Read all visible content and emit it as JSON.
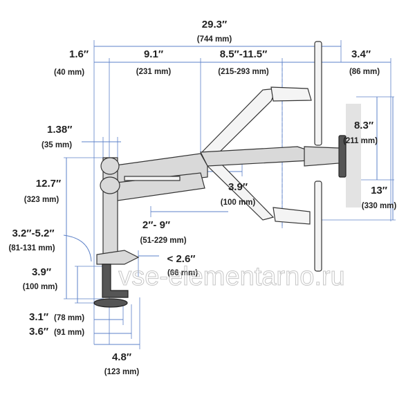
{
  "labels": {
    "overall_width": "29.3″",
    "overall_width_mm": "(744 mm)",
    "pole_offset": "1.6″",
    "pole_offset_mm": "(40 mm)",
    "arm_lower": "9.1″",
    "arm_lower_mm": "(231 mm)",
    "arm_upper": "8.5″-11.5″",
    "arm_upper_mm": "(215-293 mm)",
    "monitor_depth": "3.4″",
    "monitor_depth_mm": "(86 mm)",
    "pole_dia": "1.38″",
    "pole_dia_mm": "(35 mm)",
    "tilt_range": "8.3″",
    "tilt_range_mm": "(211 mm)",
    "pole_height": "12.7″",
    "pole_height_mm": "(323 mm)",
    "wrist_reach": "3.9″",
    "wrist_reach_mm": "(100 mm)",
    "lift_range": "13″",
    "lift_range_mm": "(330 mm)",
    "clamp_reach": "3.2″-5.2″",
    "clamp_reach_mm": "(81-131 mm)",
    "arm_height": "2″- 9″",
    "arm_height_mm": "(51-229 mm)",
    "base_offset": "< 2.6″",
    "base_offset_mm": "(66 mm)",
    "clamp_height": "3.9″",
    "clamp_height_mm": "(100 mm)",
    "clamp_width_1": "3.1″",
    "clamp_width_1_mm": "(78 mm)",
    "clamp_width_2": "3.6″",
    "clamp_width_2_mm": "(91 mm)",
    "base_width": "4.8″",
    "base_width_mm": "(123 mm)"
  },
  "watermark": "vse-elementarno.ru",
  "colors": {
    "dimension_line": "#5b80c8",
    "part_fill": "#d9d9d9",
    "text": "#222222"
  }
}
